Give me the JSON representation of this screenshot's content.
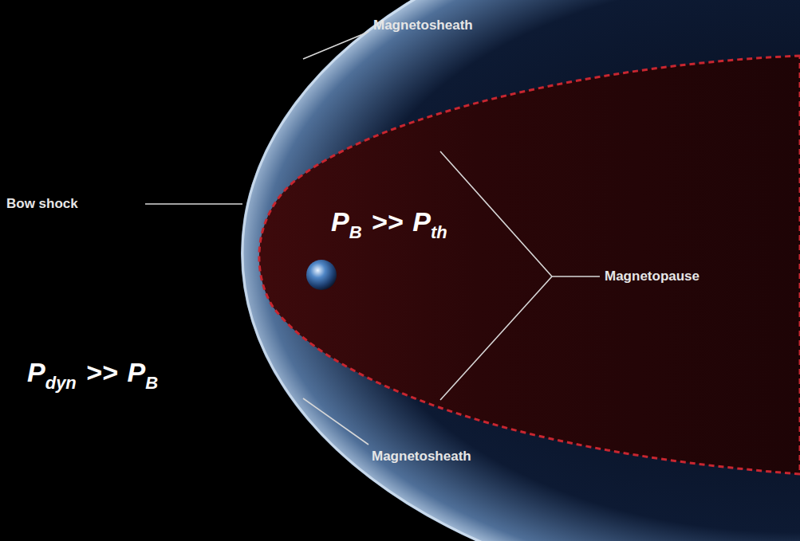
{
  "diagram": {
    "labels": [
      "Magnetosheath",
      "Bow shock",
      "P",
      "B",
      ">>",
      "P",
      "th",
      "Magnetopause",
      "P",
      "dyn",
      ">>",
      "P",
      "B",
      "Magnetosheath"
    ]
  }
}
